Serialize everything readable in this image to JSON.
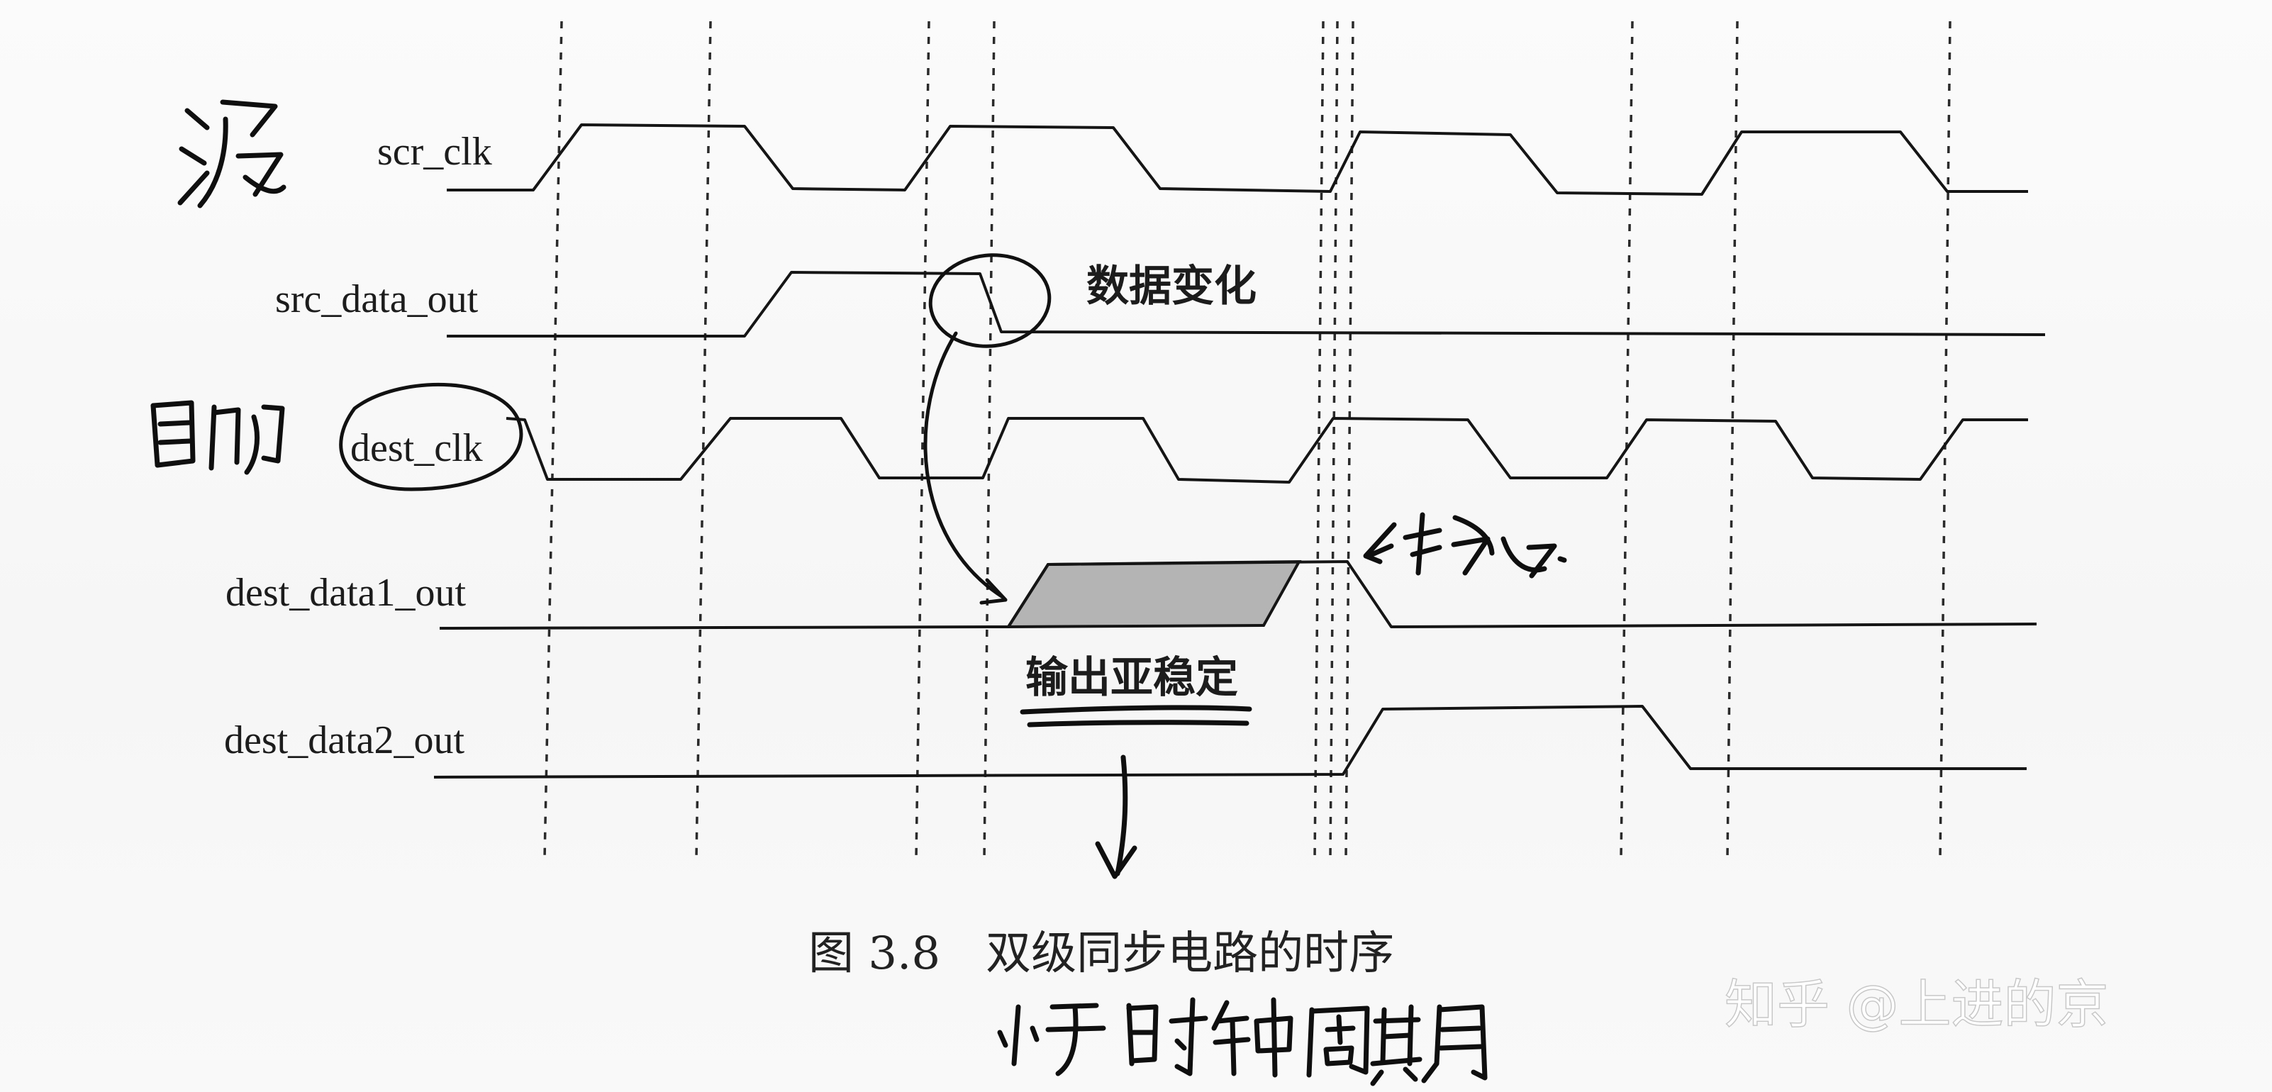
{
  "signals": [
    {
      "id": "src_clk",
      "label": "scr_clk"
    },
    {
      "id": "src_data_out",
      "label": "src_data_out"
    },
    {
      "id": "dest_clk",
      "label": "dest_clk"
    },
    {
      "id": "dest_data1_out",
      "label": "dest_data1_out"
    },
    {
      "id": "dest_data2_out",
      "label": "dest_data2_out"
    }
  ],
  "annotations": {
    "data_change": "数据变化",
    "output_metastable": "输出亚稳定"
  },
  "caption": "图 3.8　双级同步电路的时序",
  "handwriting": {
    "source_domain": "源",
    "dest_domain": "目的",
    "stable": "稳态",
    "less_than_one_cycle": "小于时钟周期"
  },
  "watermark": "知乎 @上进的京",
  "colors": {
    "ink": "#151515",
    "metastable_fill": "#b4b4b4",
    "background": "#f8f8f8"
  }
}
